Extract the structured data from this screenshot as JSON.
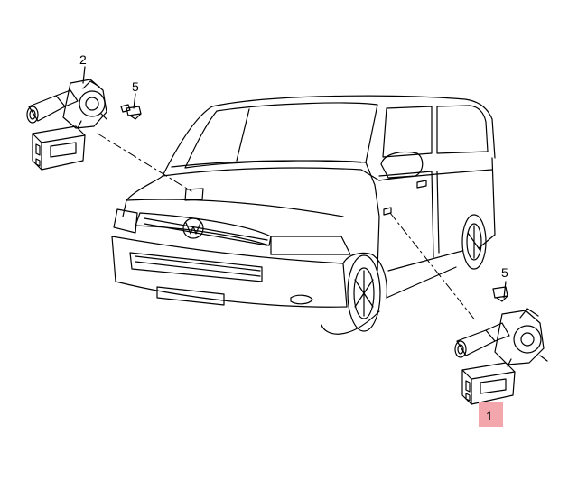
{
  "callouts": {
    "part_1": "1",
    "part_2": "2",
    "part_5_top": "5",
    "part_5_right": "5"
  },
  "colors": {
    "line": "#000000",
    "highlight": "#f4a6ad",
    "background": "#ffffff"
  },
  "highlighted_part": "1"
}
